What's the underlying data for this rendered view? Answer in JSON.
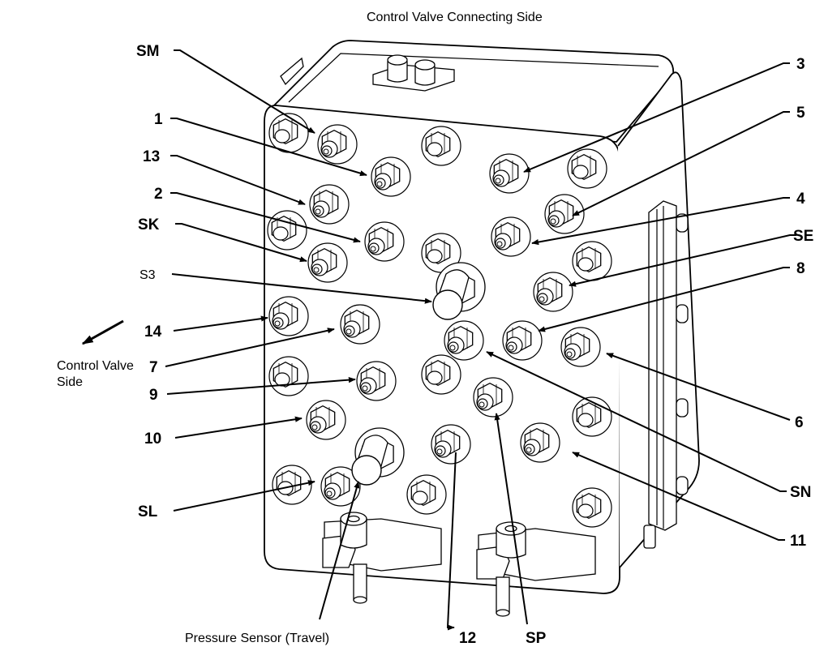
{
  "diagram": {
    "top_caption": "Control Valve Connecting Side",
    "side_caption": [
      "Control Valve",
      "Side"
    ],
    "bottom_caption": "Pressure Sensor (Travel)",
    "port_labels": {
      "SM": "SM",
      "one": "1",
      "thirteen": "13",
      "two": "2",
      "SK": "SK",
      "S3": "S3",
      "fourteen": "14",
      "seven": "7",
      "nine": "9",
      "ten": "10",
      "SL": "SL",
      "three": "3",
      "five": "5",
      "four": "4",
      "SE": "SE",
      "eight": "8",
      "six": "6",
      "SN": "SN",
      "eleven": "11",
      "twelve": "12",
      "SP": "SP"
    }
  }
}
